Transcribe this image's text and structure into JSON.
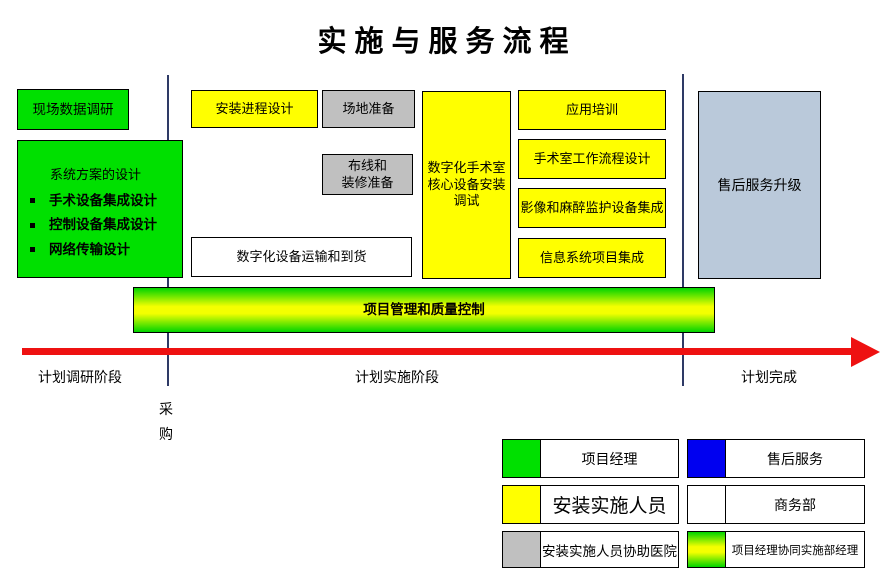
{
  "title": "实施与服务流程",
  "colors": {
    "green": "#00e000",
    "yellow": "#ffff00",
    "gray": "#c0c0c0",
    "white": "#ffffff",
    "blue": "#0000f0",
    "lightblue": "#bac9da",
    "gradient": "linear-gradient(180deg, #00d400 0%, #f4ff00 42%, #f4ff00 58%, #00d400 100%)",
    "arrow_red": "#ee1111",
    "divider_navy": "#2e3a66"
  },
  "boxes": {
    "site_survey": {
      "label": "现场数据调研"
    },
    "system_design": {
      "title": "系统方案的设计",
      "items": [
        "手术设备集成设计",
        "控制设备集成设计",
        "网络传输设计"
      ]
    },
    "install_plan": {
      "label": "安装进程设计"
    },
    "site_prep": {
      "label": "场地准备"
    },
    "wiring_prep": {
      "lines": [
        "布线和",
        "装修准备"
      ]
    },
    "equipment_delivery": {
      "label": "数字化设备运输和到货"
    },
    "core_install": {
      "lines": [
        "数字化手术室",
        "核心设备安装",
        "调试"
      ]
    },
    "app_training": {
      "label": "应用培训"
    },
    "or_workflow_design": {
      "label": "手术室工作流程设计"
    },
    "imaging_anesthesia_integration": {
      "label": "影像和麻醉监护设备集成"
    },
    "info_system_integration": {
      "label": "信息系统项目集成"
    },
    "after_sales_upgrade": {
      "label": "售后服务升级"
    },
    "project_quality_bar": {
      "label": "项目管理和质量控制"
    }
  },
  "timeline": {
    "phase_research": "计划调研阶段",
    "phase_implementation": "计划实施阶段",
    "phase_complete": "计划完成",
    "procurement": "采购"
  },
  "legend": {
    "items": [
      {
        "label": "项目经理",
        "color": "#00e000"
      },
      {
        "label": "售后服务",
        "color": "#0000f0"
      },
      {
        "label": "安装实施人员",
        "color": "#ffff00"
      },
      {
        "label": "商务部",
        "color": "#ffffff"
      },
      {
        "label": "安装实施人员协助医院",
        "color": "#c0c0c0"
      },
      {
        "label": "项目经理协同实施部经理",
        "color": "linear-gradient(180deg, #00d400 0%, #f4ff00 42%, #f4ff00 58%, #00d400 100%)"
      }
    ]
  }
}
